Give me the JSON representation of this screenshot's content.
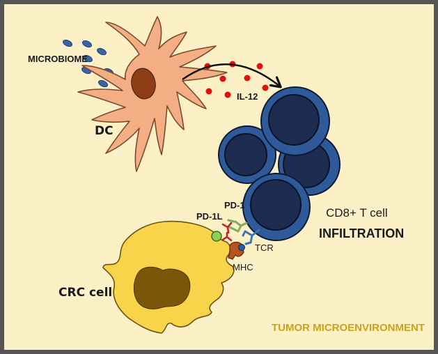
{
  "labels": {
    "microbiome": "MICROBIOME",
    "dc": "DC",
    "il12": "IL-12",
    "cd8_line1": "CD8+ T cell",
    "cd8_line2": "INFILTRATION",
    "pd1l": "PD-1L",
    "pd1": "PD-1",
    "tcr": "TCR",
    "mhc": "MHC",
    "crc": "CRC cell",
    "tme": "TUMOR MICROENVIRONMENT"
  },
  "colors": {
    "frame": "#555555",
    "background": "#fbf0c6",
    "dc_body": "#f3ae84",
    "dc_nucleus": "#8e3e14",
    "bacteria": "#3a63a6",
    "il12_dot": "#e01010",
    "tcell_outer": "#2f5a9a",
    "tcell_inner": "#1d2d52",
    "crc_body": "#f7d44a",
    "crc_nucleus": "#7a5608",
    "pd1l_ball": "#8fcf4f",
    "pd1_receptor": "#7fae5a",
    "checkpoint_red": "#c0262a",
    "tcr_receptor": "#3d76b8",
    "mhc": "#b5541f",
    "tme_text": "#c9a418"
  }
}
